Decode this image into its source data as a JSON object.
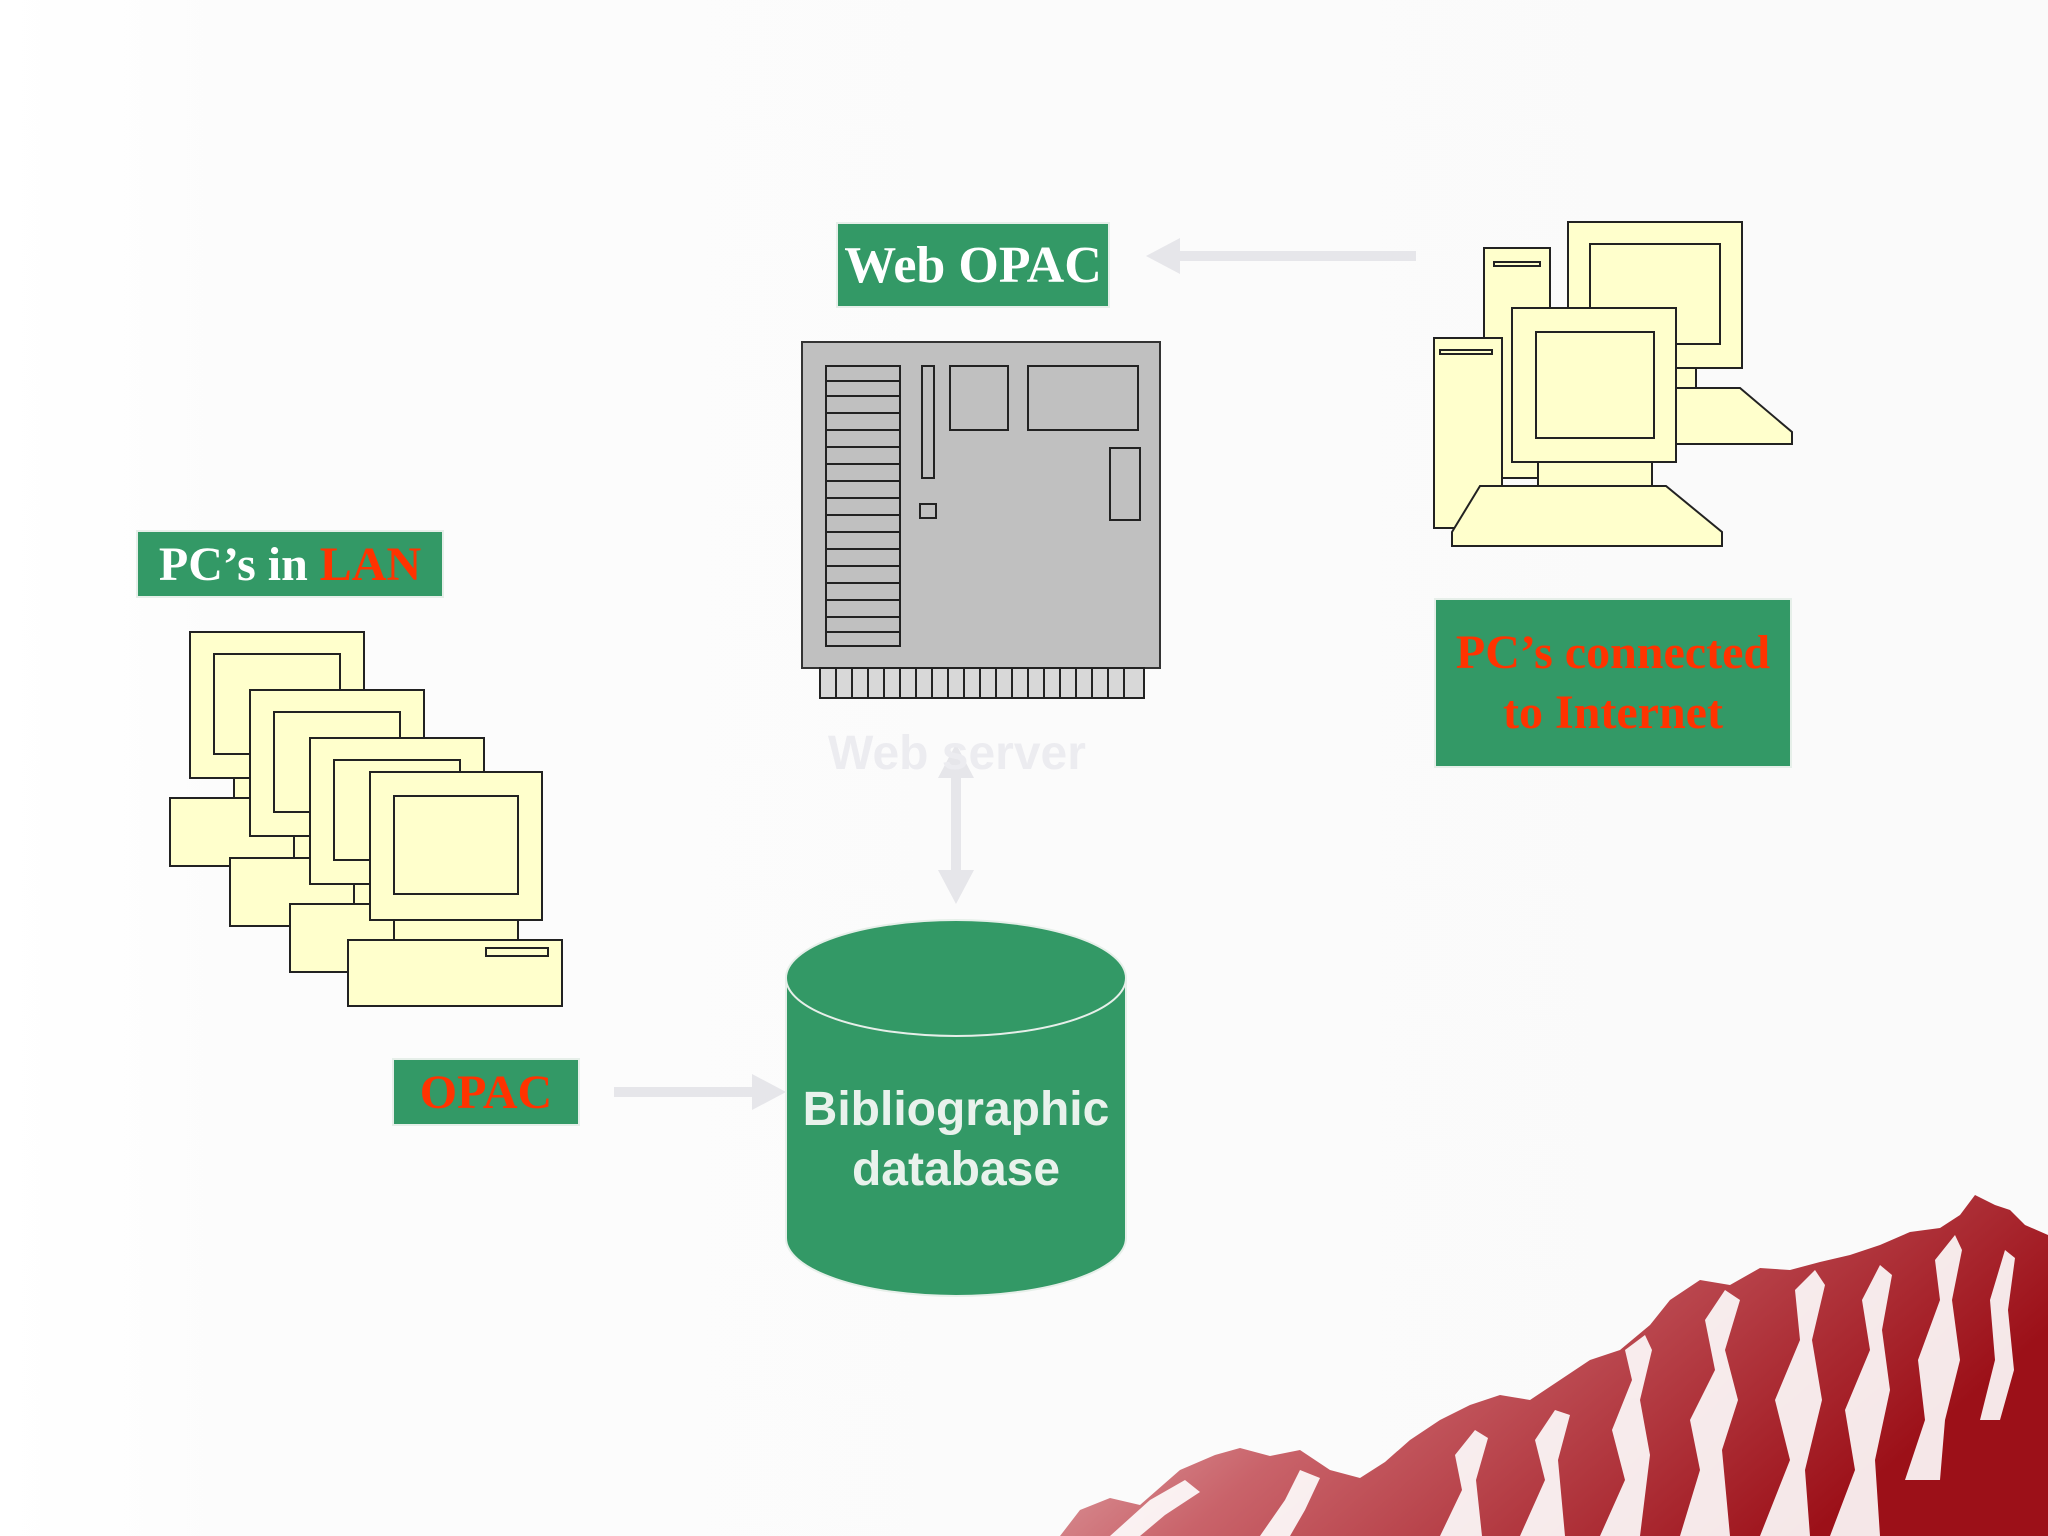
{
  "labels": {
    "web_opac": "Web OPAC",
    "pcs_in_lan_prefix": "PC’s in ",
    "pcs_in_lan_highlight": "LAN",
    "pcs_internet_line1": "PC’s connected",
    "pcs_internet_line2": "to Internet",
    "opac": "OPAC",
    "web_server": "Web server",
    "database_line1": "Bibliographic",
    "database_line2": "database"
  },
  "colors": {
    "box_green": "#339966",
    "highlight_red": "#ff3300",
    "monitor_fill": "#ffffcc",
    "server_fill": "#c0c0c0",
    "arrow_gray": "#e6e6ea",
    "decor_red": "#a61c24"
  },
  "icons": {
    "lan_pcs": "stacked-desktop-computers-icon",
    "internet_pcs": "desktop-computers-icon",
    "server": "server-board-icon",
    "database": "database-cylinder-icon",
    "decoration": "red-mountain-decoration"
  }
}
